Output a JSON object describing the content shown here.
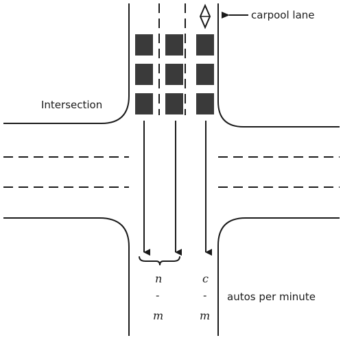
{
  "labels": {
    "carpool_lane": "carpool lane",
    "intersection": "Intersection",
    "rate_unit": "autos per minute"
  },
  "flows": {
    "regular": {
      "numerator": "n",
      "bar": "-",
      "denominator": "m"
    },
    "carpool": {
      "numerator": "c",
      "bar": "-",
      "denominator": "m"
    }
  },
  "colors": {
    "road_line": "#1a1a1a",
    "car": "#3a3a3a",
    "background": "#ffffff"
  }
}
